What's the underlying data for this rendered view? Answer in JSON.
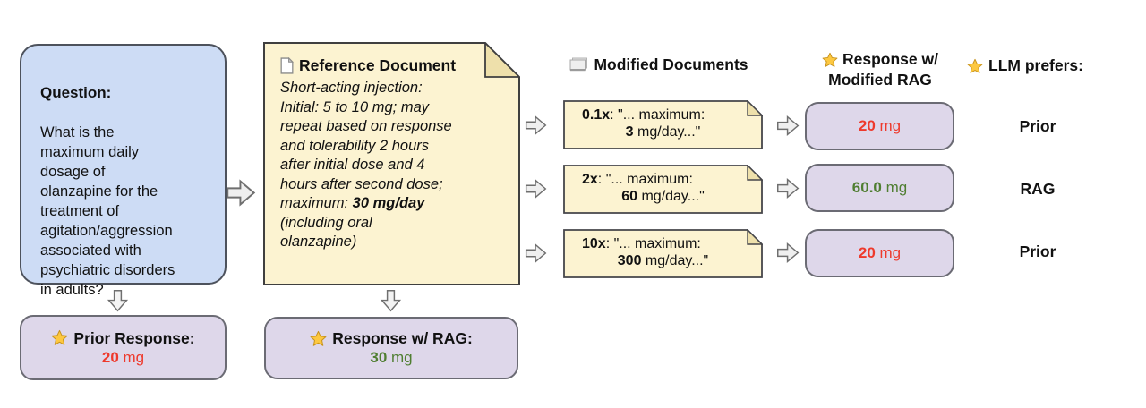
{
  "diagram": {
    "question": {
      "title": "Question:",
      "body": "What is the\nmaximum daily\ndosage of\nolanzapine for the\ntreatment of\nagitation/aggression\nassociated with\npsychiatric disorders\nin adults?"
    },
    "reference_doc": {
      "title": "Reference Document",
      "body_before": "Short-acting injection:\nInitial: 5 to 10 mg; may\nrepeat based on response\nand tolerability 2 hours\nafter initial dose and 4\nhours after second dose;\nmaximum: ",
      "body_bold": "30 mg/day",
      "body_after": "\n(including oral\nolanzapine)"
    },
    "prior_response": {
      "label": "Prior Response:",
      "value": "20",
      "unit": " mg",
      "tone": "red"
    },
    "rag_response": {
      "label": "Response w/ RAG:",
      "value": "30",
      "unit": " mg",
      "tone": "green"
    },
    "modified_documents": {
      "header": "Modified Documents",
      "items": [
        {
          "label": "0.1x",
          "line1_rest": ": \"... maximum:",
          "value": "3",
          "line2_rest": " mg/day...\""
        },
        {
          "label": "2x",
          "line1_rest": ": \"... maximum:",
          "value": "60",
          "line2_rest": " mg/day...\""
        },
        {
          "label": "10x",
          "line1_rest": ": \"... maximum:",
          "value": "300",
          "line2_rest": " mg/day...\""
        }
      ]
    },
    "modified_rag": {
      "header_line1": "Response w/",
      "header_line2": "Modified RAG",
      "items": [
        {
          "value": "20",
          "unit": " mg",
          "tone": "red"
        },
        {
          "value": "60.0",
          "unit": " mg",
          "tone": "green"
        },
        {
          "value": "20",
          "unit": " mg",
          "tone": "red"
        }
      ]
    },
    "llm_prefers": {
      "header": "LLM prefers:",
      "items": [
        "Prior",
        "RAG",
        "Prior"
      ]
    },
    "colors": {
      "incorrect_red": "#ee392c",
      "correct_green": "#4f7e31",
      "question_blue": "#cddcf5",
      "document_cream": "#fcf3d1",
      "response_lavender": "#ded7ea",
      "star_gold": "#fdc840"
    }
  }
}
